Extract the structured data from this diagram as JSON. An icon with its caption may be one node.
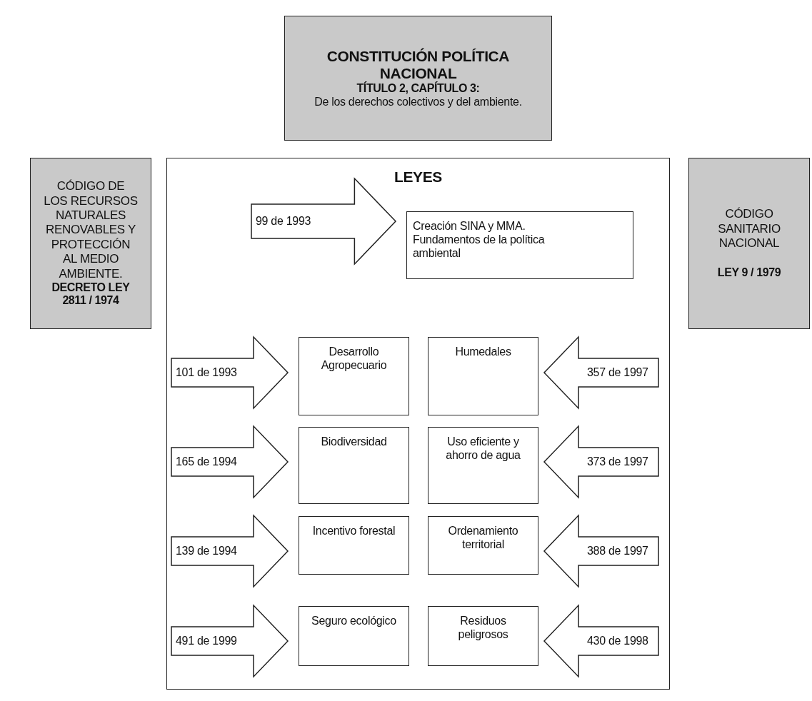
{
  "diagram": {
    "nodes": [
      {
        "text": [
          "CONSTITUCIÓN POLÍTICA NACIONAL",
          "TÍTULO 2, CAPÍTULO 3:",
          "De los derechos colectivos y del ambiente."
        ]
      },
      {
        "text": [
          "CÓDIGO DE LOS RECURSOS NATURALES RENOVABLES Y PROTECCIÓN AL MEDIO AMBIENTE.",
          "DECRETO LEY 2811 / 1974"
        ]
      },
      {
        "text": [
          "LEYES"
        ]
      },
      {
        "text": [
          "CÓDIGO SANITARIO NACIONAL",
          "LEY 9 / 1979"
        ]
      },
      {
        "text": [
          "Creación SINA y MMA. Fundamentos de la política ambiental"
        ],
        "in": 2
      },
      {
        "text": [
          "Desarrollo Agropecuario"
        ],
        "in": 2
      },
      {
        "text": [
          "Humedales"
        ],
        "in": 2
      },
      {
        "text": [
          "Biodiversidad"
        ],
        "in": 2
      },
      {
        "text": [
          "Uso eficiente y ahorro de agua"
        ],
        "in": 2
      },
      {
        "text": [
          "Incentivo forestal"
        ],
        "in": 2
      },
      {
        "text": [
          "Ordenamiento territorial"
        ],
        "in": 2
      },
      {
        "text": [
          "Seguro ecológico"
        ],
        "in": 2
      },
      {
        "text": [
          "Residuos peligrosos"
        ],
        "in": 2
      }
    ],
    "edges": [
      {
        "from": null,
        "to": 4,
        "arrow": "to",
        "label": "99 de 1993"
      },
      {
        "from": null,
        "to": 5,
        "arrow": "to",
        "label": "101 de 1993"
      },
      {
        "from": null,
        "to": 6,
        "arrow": "to",
        "label": "357 de 1997"
      },
      {
        "from": null,
        "to": 7,
        "arrow": "to",
        "label": "165 de 1994"
      },
      {
        "from": null,
        "to": 8,
        "arrow": "to",
        "label": "373 de 1997"
      },
      {
        "from": null,
        "to": 9,
        "arrow": "to",
        "label": "139 de 1994"
      },
      {
        "from": null,
        "to": 10,
        "arrow": "to",
        "label": "388 de 1997"
      },
      {
        "from": null,
        "to": 11,
        "arrow": "to",
        "label": "491 de 1999"
      },
      {
        "from": null,
        "to": 12,
        "arrow": "to",
        "label": "430 de 1998"
      }
    ]
  }
}
